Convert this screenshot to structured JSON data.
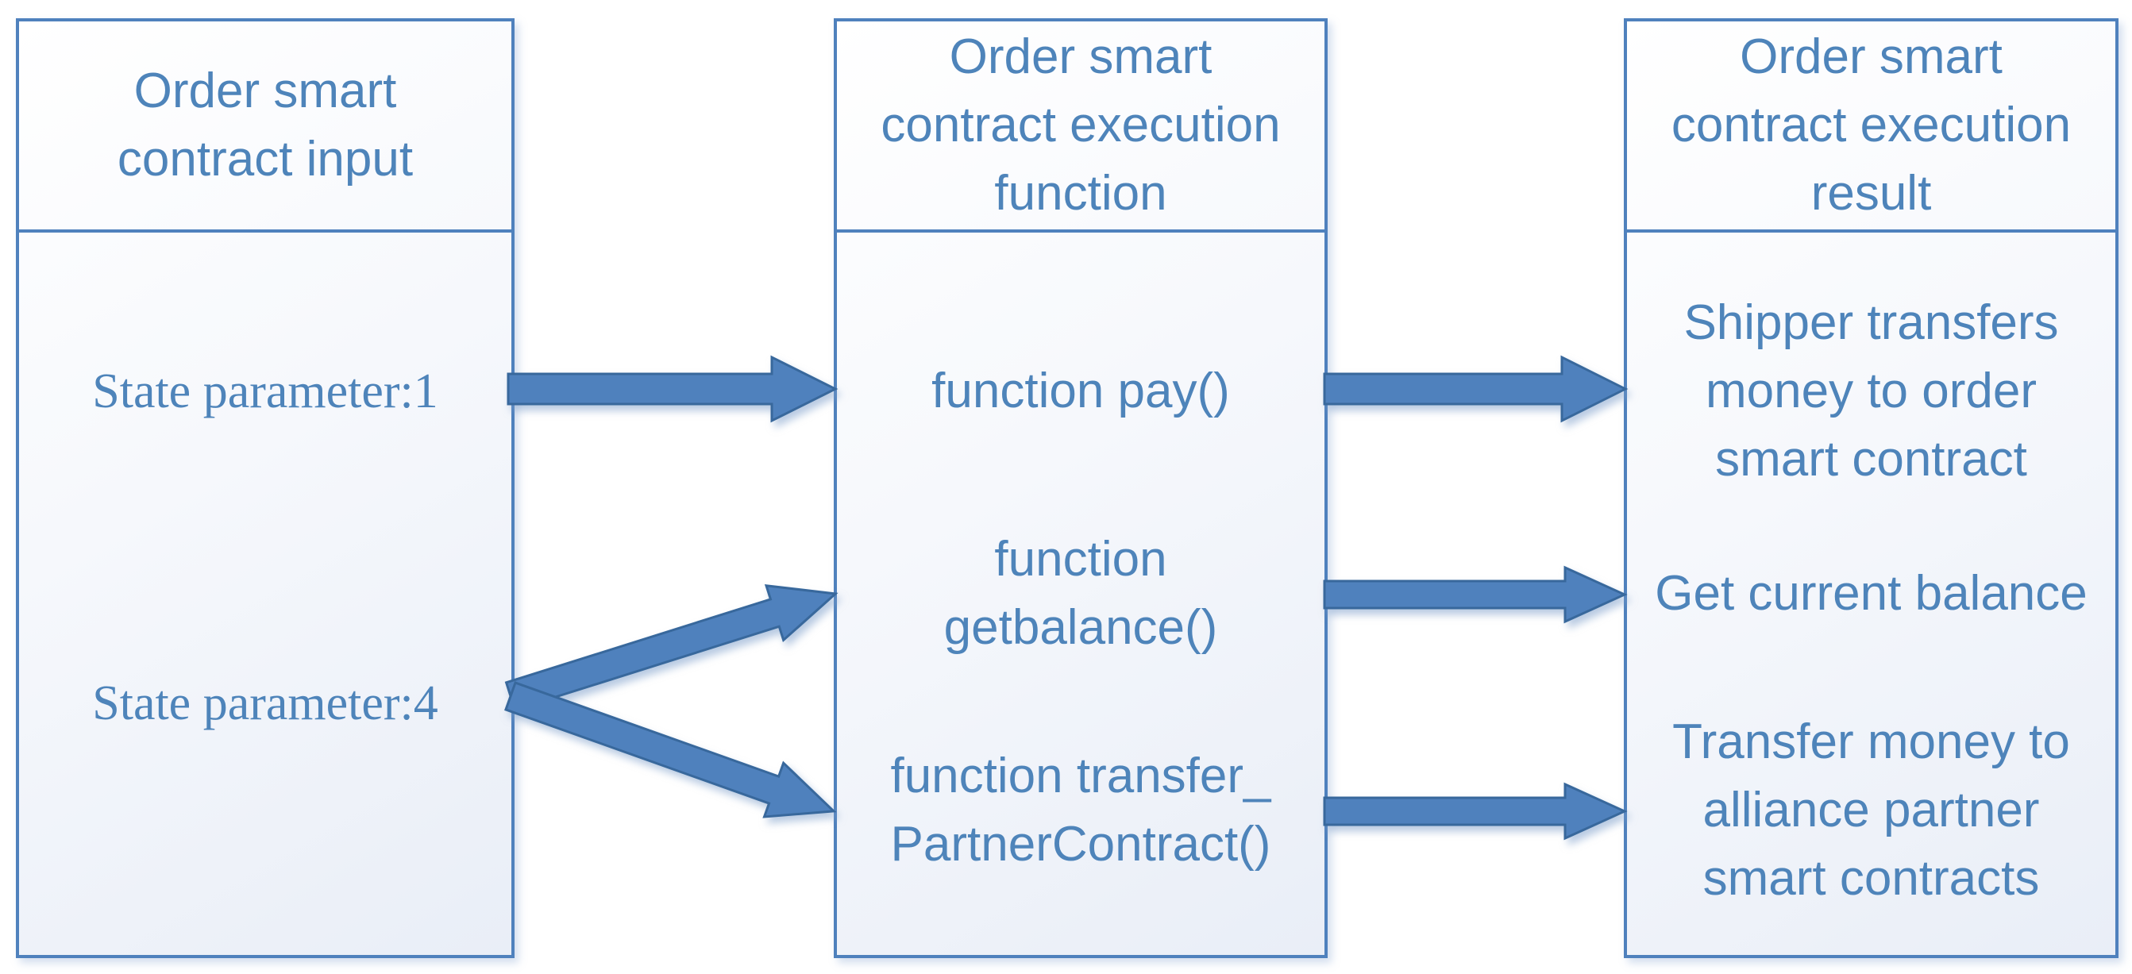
{
  "figure": {
    "type": "flow-diagram",
    "description_visible_only": "Three bordered panels connected by block arrows"
  },
  "colors": {
    "accent": "#4f81bd",
    "arrow_fill": "#4f81bd",
    "arrow_stroke": "#38689c",
    "text": "#4e84ba",
    "box_background_start": "#ffffff",
    "box_background_end": "#e9eef7",
    "canvas_background": "#ffffff"
  },
  "boxes": [
    {
      "id": "input",
      "title_lines": [
        "Order smart",
        "contract input"
      ],
      "items": [
        {
          "lines": [
            "State parameter:1"
          ]
        },
        {
          "lines": [
            "State parameter:4"
          ]
        }
      ]
    },
    {
      "id": "execution",
      "title_lines": [
        "Order smart",
        "contract execution",
        "function"
      ],
      "items": [
        {
          "lines": [
            "function pay()"
          ]
        },
        {
          "lines": [
            "function",
            "getbalance()"
          ]
        },
        {
          "lines": [
            "function transfer_",
            "PartnerContract()"
          ]
        }
      ]
    },
    {
      "id": "result",
      "title_lines": [
        "Order smart",
        "contract execution",
        "result"
      ],
      "items": [
        {
          "lines": [
            "Shipper transfers",
            "money to order",
            "smart contract"
          ]
        },
        {
          "lines": [
            "Get current balance"
          ]
        },
        {
          "lines": [
            "Transfer money to",
            "alliance partner",
            "smart contracts"
          ]
        }
      ]
    }
  ],
  "arrows": [
    {
      "name": "state-parameter-1-to-function-pay",
      "from": "State parameter:1",
      "to": "function pay()"
    },
    {
      "name": "state-parameter-4-to-function-getbalance",
      "from": "State parameter:4",
      "to": "function getbalance()"
    },
    {
      "name": "state-parameter-4-to-function-transfer-partnercontract",
      "from": "State parameter:4",
      "to": "function transfer_PartnerContract()"
    },
    {
      "name": "function-pay-to-shipper-transfers-money",
      "from": "function pay()",
      "to": "Shipper transfers money to order smart contract"
    },
    {
      "name": "function-getbalance-to-get-current-balance",
      "from": "function getbalance()",
      "to": "Get current balance"
    },
    {
      "name": "function-transfer-partnercontract-to-transfer-money",
      "from": "function transfer_PartnerContract()",
      "to": "Transfer money to alliance partner smart contracts"
    }
  ]
}
